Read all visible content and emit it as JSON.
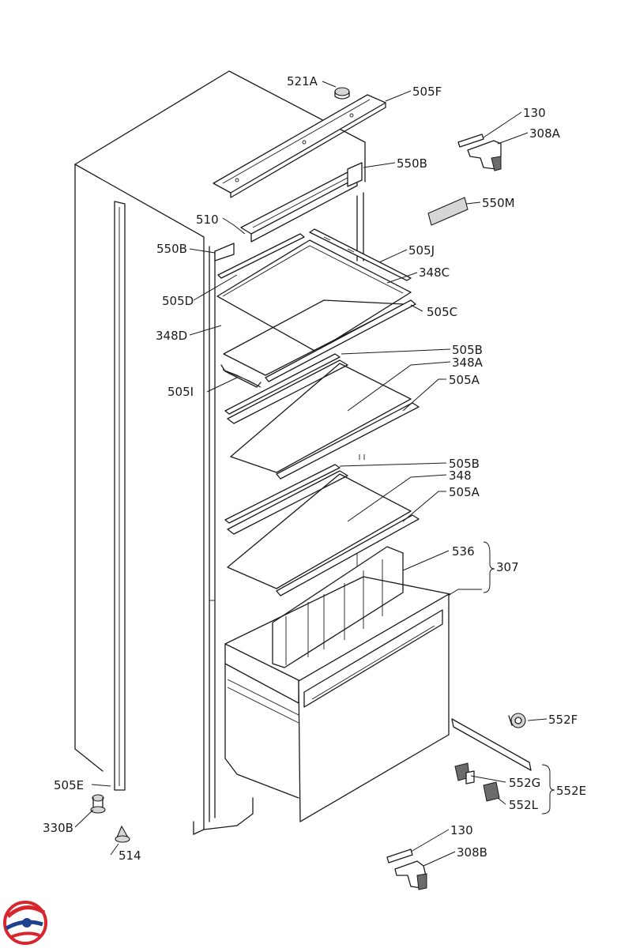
{
  "labels": {
    "p521A": "521A",
    "p505F": "505F",
    "p130a": "130",
    "p308A": "308A",
    "p550B_r": "550B",
    "p550M": "550M",
    "p510": "510",
    "p550B_l": "550B",
    "p505J": "505J",
    "p348C": "348C",
    "p505D": "505D",
    "p505C": "505C",
    "p348D": "348D",
    "p505B_1": "505B",
    "p348A": "348A",
    "p505I": "505I",
    "p505A_1": "505A",
    "p505B_2": "505B",
    "p348": "348",
    "p505A_2": "505A",
    "p536": "536",
    "p307": "307",
    "p552F": "552F",
    "p505E": "505E",
    "p552G": "552G",
    "p552E": "552E",
    "p330B": "330B",
    "p552L": "552L",
    "p514": "514",
    "p130b": "130",
    "p308B": "308B"
  },
  "colors": {
    "line": "#1a1a1a",
    "logo_red": "#d7262e",
    "logo_blue": "#1f3f8f"
  },
  "icons": {
    "logo": "brand-logo-icon"
  }
}
